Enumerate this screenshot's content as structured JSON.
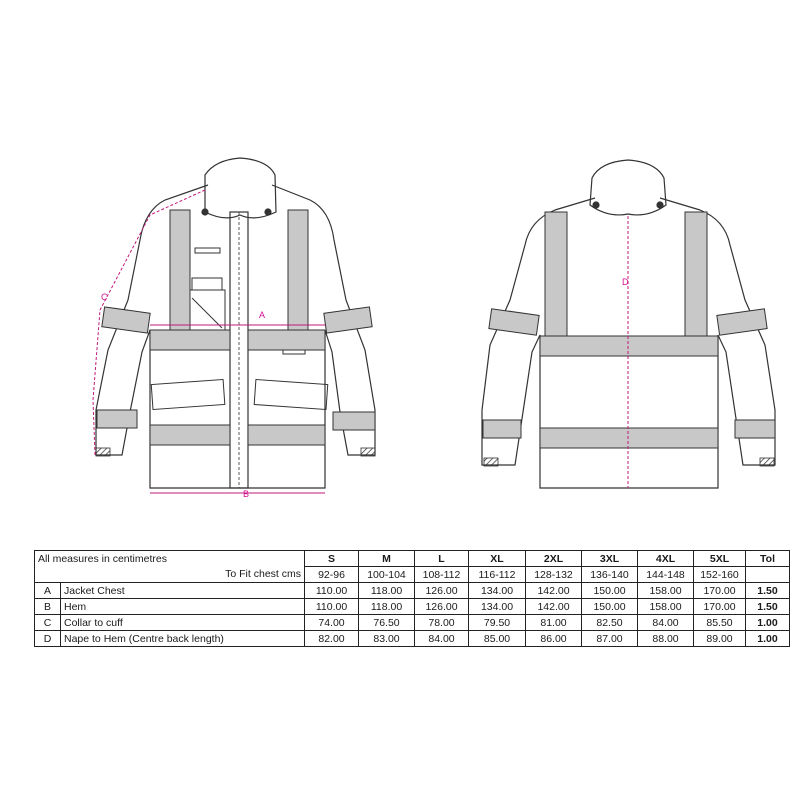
{
  "drawing": {
    "front_labels": {
      "a": "A",
      "b": "B",
      "c": "C"
    },
    "back_labels": {
      "d": "D"
    },
    "colors": {
      "line": "#333333",
      "tape": "#c8c8c8",
      "measure": "#c2187a",
      "label": "#d6108f"
    }
  },
  "table": {
    "caption": "All measures in centimetres",
    "fit_label": "To Fit chest cms",
    "tol_label": "Tol",
    "sizes": [
      "S",
      "M",
      "L",
      "XL",
      "2XL",
      "3XL",
      "4XL",
      "5XL"
    ],
    "fit_values": [
      "92-96",
      "100-104",
      "108-112",
      "116-112",
      "128-132",
      "136-140",
      "144-148",
      "152-160"
    ],
    "rows": [
      {
        "code": "A",
        "name": "Jacket Chest",
        "values": [
          "110.00",
          "118.00",
          "126.00",
          "134.00",
          "142.00",
          "150.00",
          "158.00",
          "170.00"
        ],
        "tol": "1.50"
      },
      {
        "code": "B",
        "name": "Hem",
        "values": [
          "110.00",
          "118.00",
          "126.00",
          "134.00",
          "142.00",
          "150.00",
          "158.00",
          "170.00"
        ],
        "tol": "1.50"
      },
      {
        "code": "C",
        "name": "Collar to cuff",
        "values": [
          "74.00",
          "76.50",
          "78.00",
          "79.50",
          "81.00",
          "82.50",
          "84.00",
          "85.50"
        ],
        "tol": "1.00"
      },
      {
        "code": "D",
        "name": "Nape to Hem (Centre back length)",
        "values": [
          "82.00",
          "83.00",
          "84.00",
          "85.00",
          "86.00",
          "87.00",
          "88.00",
          "89.00"
        ],
        "tol": "1.00"
      }
    ]
  }
}
